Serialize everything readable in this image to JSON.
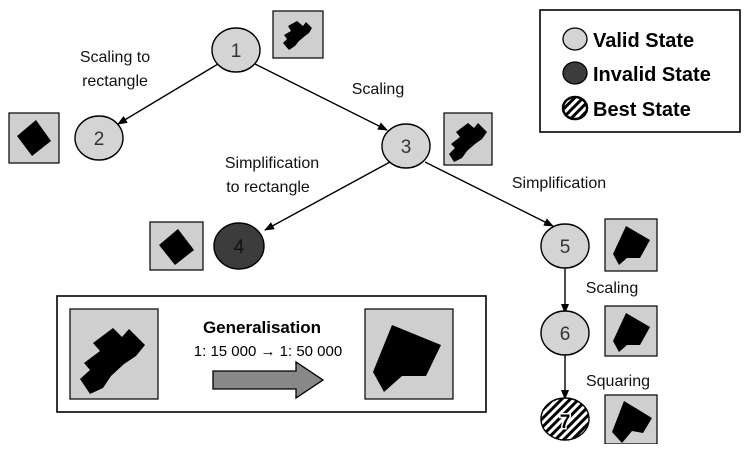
{
  "colors": {
    "valid": "#d4d4d4",
    "invalid": "#3c3c3c",
    "best_fill": "#ffffff",
    "best_hatch": "#000000",
    "thumbnail_bg": "#cfcfcf",
    "arrow": "#888888"
  },
  "legend": {
    "valid_label": "Valid State",
    "invalid_label": "Invalid State",
    "best_label": "Best State"
  },
  "nodes": {
    "n1": "1",
    "n2": "2",
    "n3": "3",
    "n4": "4",
    "n5": "5",
    "n6": "6",
    "n7": "7"
  },
  "edges": {
    "e12_line1": "Scaling to",
    "e12_line2": "rectangle",
    "e13": "Scaling",
    "e34_line1": "Simplification",
    "e34_line2": "to rectangle",
    "e35": "Simplification",
    "e56": "Scaling",
    "e67": "Squaring"
  },
  "generalisation": {
    "title": "Generalisation",
    "scale": "1: 15 000 → 1: 50 000"
  }
}
